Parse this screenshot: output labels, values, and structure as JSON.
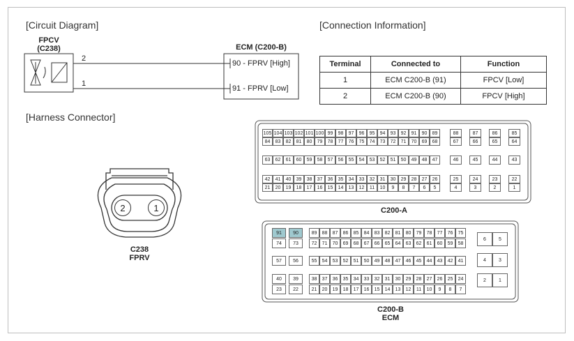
{
  "circuit": {
    "title": "[Circuit Diagram]",
    "fpcv_name": "FPCV",
    "fpcv_conn": "(C238)",
    "pin_top": "2",
    "pin_bottom": "1",
    "ecm_title": "ECM (C200-B)",
    "ecm_pin1": "90 - FPRV [High]",
    "ecm_pin2": "91 - FPRV [Low]"
  },
  "connection": {
    "title": "[Connection Information]",
    "headers": [
      "Terminal",
      "Connected to",
      "Function"
    ],
    "rows": [
      [
        "1",
        "ECM C200-B (91)",
        "FPCV [Low]"
      ],
      [
        "2",
        "ECM C200-B (90)",
        "FPCV [High]"
      ]
    ]
  },
  "harness": {
    "title": "[Harness Connector]",
    "c238_pins": [
      "2",
      "1"
    ],
    "c238_name": "C238",
    "c238_desc": "FPRV",
    "c200a_name": "C200-A",
    "c200b_name": "C200-B",
    "c200b_desc": "ECM",
    "c200a": {
      "g1r1": [
        "105",
        "104",
        "103",
        "102",
        "101",
        "100",
        "99",
        "98",
        "97",
        "96",
        "95",
        "94",
        "93",
        "92",
        "91",
        "90",
        "89"
      ],
      "g1r2": [
        "84",
        "83",
        "82",
        "81",
        "80",
        "79",
        "78",
        "77",
        "76",
        "75",
        "74",
        "73",
        "72",
        "71",
        "70",
        "69",
        "68"
      ],
      "s1": [
        "88",
        "87",
        "86",
        "85"
      ],
      "s2": [
        "67",
        "66",
        "65",
        "64"
      ],
      "g2": [
        "63",
        "62",
        "61",
        "60",
        "59",
        "58",
        "57",
        "56",
        "55",
        "54",
        "53",
        "52",
        "51",
        "50",
        "49",
        "48",
        "47"
      ],
      "s3": [
        "46",
        "45",
        "44",
        "43"
      ],
      "g3r1": [
        "42",
        "41",
        "40",
        "39",
        "38",
        "37",
        "36",
        "35",
        "34",
        "33",
        "32",
        "31",
        "30",
        "29",
        "28",
        "27",
        "26"
      ],
      "g3r2": [
        "21",
        "20",
        "19",
        "18",
        "17",
        "16",
        "15",
        "14",
        "13",
        "12",
        "11",
        "10",
        "9",
        "8",
        "7",
        "6",
        "5"
      ],
      "s4": [
        "25",
        "24",
        "23",
        "22"
      ],
      "s5": [
        "4",
        "3",
        "2",
        "1"
      ]
    },
    "c200b": {
      "l1": [
        "91",
        "90"
      ],
      "l2": [
        "74",
        "73"
      ],
      "l3": [
        "57",
        "56"
      ],
      "l4": [
        "40",
        "39"
      ],
      "l5": [
        "23",
        "22"
      ],
      "m1": [
        "89",
        "88",
        "87",
        "86",
        "85",
        "84",
        "83",
        "82",
        "81",
        "80",
        "79",
        "78",
        "77",
        "76",
        "75"
      ],
      "m2": [
        "72",
        "71",
        "70",
        "69",
        "68",
        "67",
        "66",
        "65",
        "64",
        "63",
        "62",
        "61",
        "60",
        "59",
        "58"
      ],
      "m3": [
        "55",
        "54",
        "53",
        "52",
        "51",
        "50",
        "49",
        "48",
        "47",
        "46",
        "45",
        "44",
        "43",
        "42",
        "41"
      ],
      "m4": [
        "38",
        "37",
        "36",
        "35",
        "34",
        "33",
        "32",
        "31",
        "30",
        "29",
        "28",
        "27",
        "26",
        "25",
        "24"
      ],
      "m5": [
        "21",
        "20",
        "19",
        "18",
        "17",
        "16",
        "15",
        "14",
        "13",
        "12",
        "11",
        "10",
        "9",
        "8",
        "7"
      ],
      "r1": [
        "6",
        "5"
      ],
      "r2": [
        "4",
        "3"
      ],
      "r3": [
        "2",
        "1"
      ]
    },
    "highlight": [
      "91",
      "90"
    ]
  }
}
